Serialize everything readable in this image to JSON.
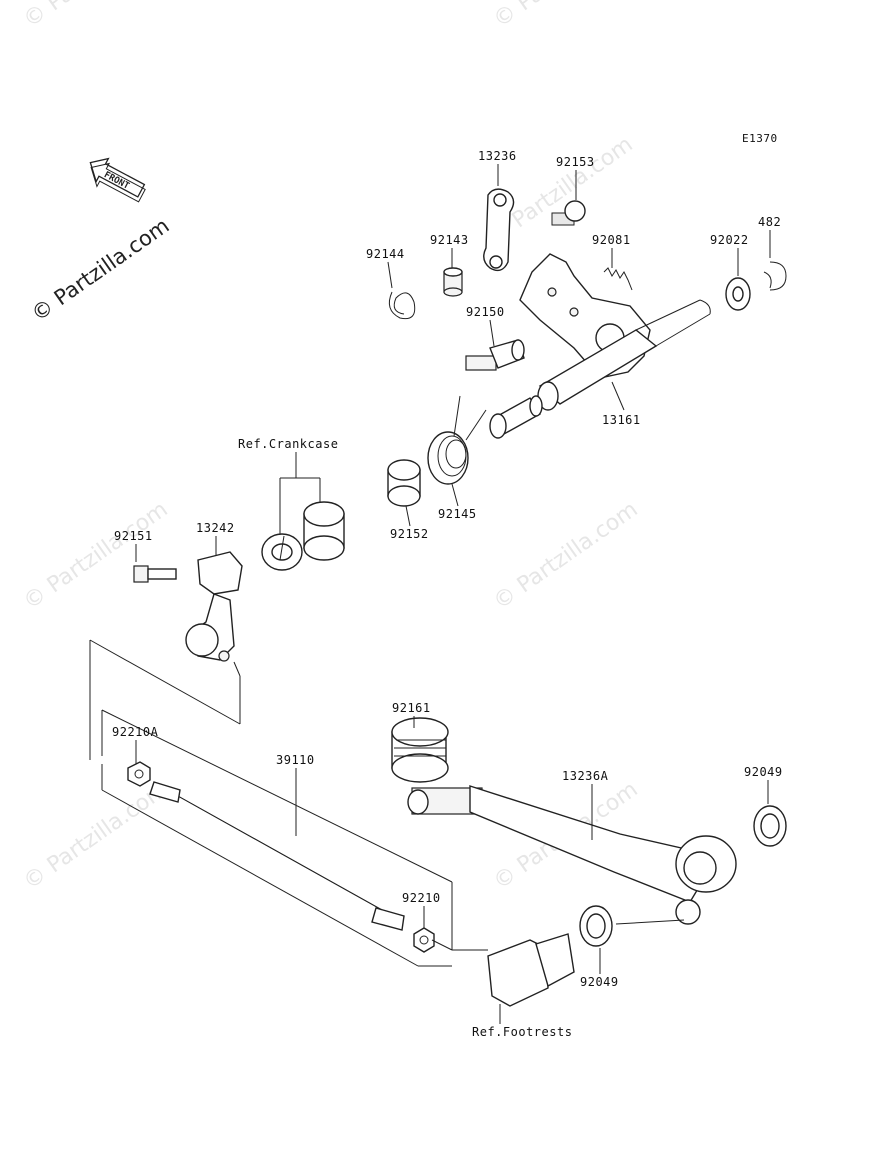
{
  "diagram_code": "E1370",
  "brand": "© Partzilla.com",
  "watermark": "© Partzilla.com",
  "front_label": "FRONT",
  "refs": {
    "crankcase": "Ref.Crankcase",
    "footrests": "Ref.Footrests"
  },
  "parts": {
    "p13236": "13236",
    "p92153": "92153",
    "p92144": "92144",
    "p92143": "92143",
    "p92081": "92081",
    "p92022": "92022",
    "p482": "482",
    "p92150": "92150",
    "p13161": "13161",
    "p92145": "92145",
    "p92152": "92152",
    "p92151": "92151",
    "p13242": "13242",
    "p92161": "92161",
    "p92210A": "92210A",
    "p39110": "39110",
    "p13236A": "13236A",
    "p92049a": "92049",
    "p92210": "92210",
    "p92049b": "92049"
  }
}
